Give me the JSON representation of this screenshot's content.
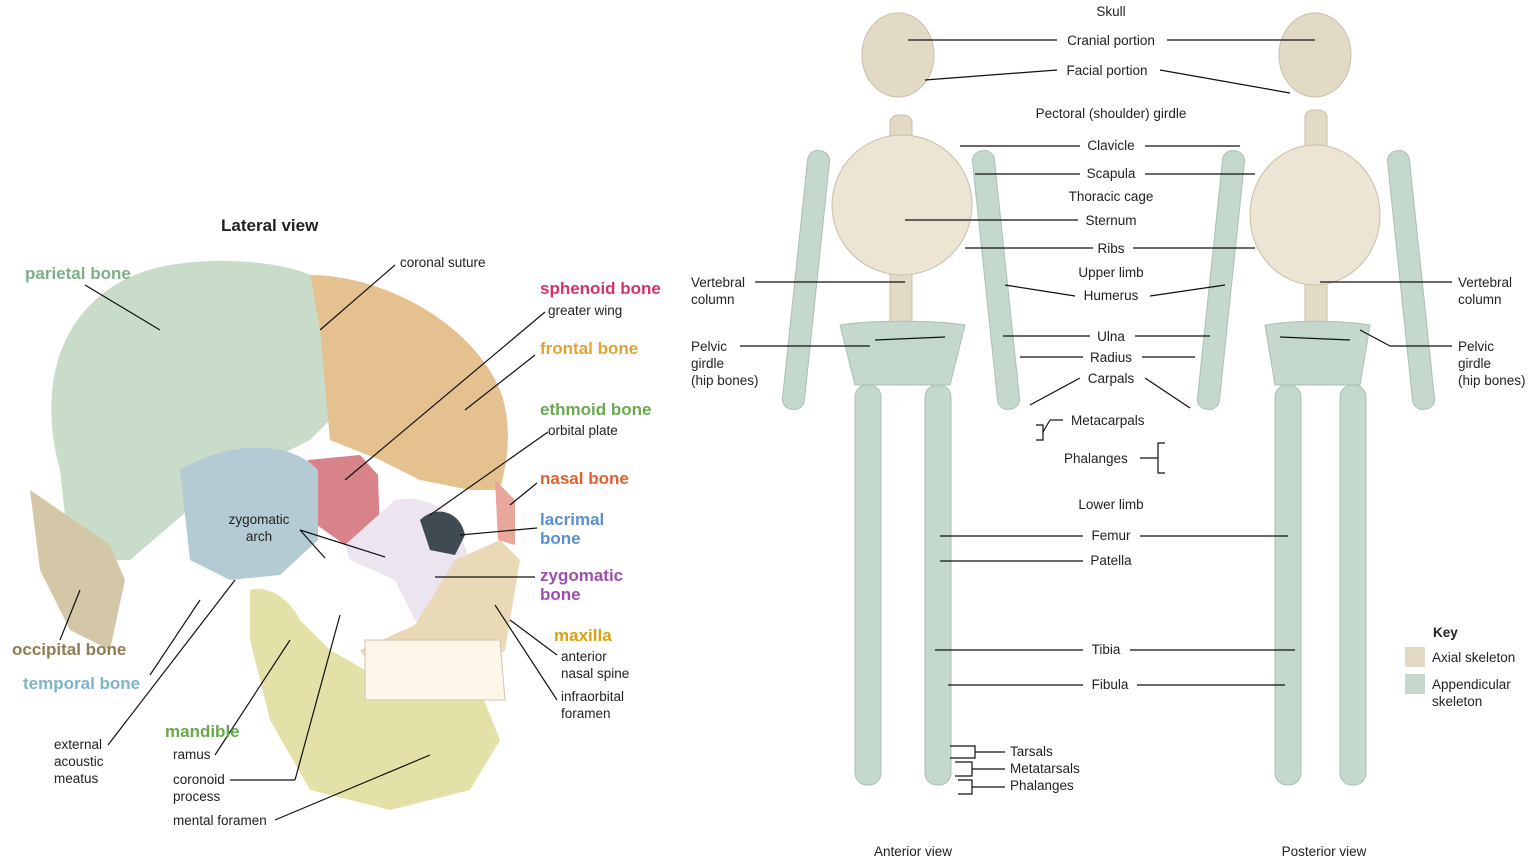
{
  "skull": {
    "title": "Lateral view",
    "bones": {
      "parietal": "parietal bone",
      "sphenoid": "sphenoid bone",
      "frontal": "frontal bone",
      "ethmoid": "ethmoid bone",
      "nasal": "nasal bone",
      "lacrimal": "lacrimal\nbone",
      "zygomatic": "zygomatic\nbone",
      "maxilla": "maxilla",
      "occipital": "occipital bone",
      "temporal": "temporal bone",
      "mandible": "mandible"
    },
    "features": {
      "coronal_suture": "coronal suture",
      "greater_wing": "greater wing",
      "orbital_plate": "orbital plate",
      "zygomatic_arch": "zygomatic\narch",
      "anterior_nasal_spine": "anterior\nnasal spine",
      "infraorbital_foramen": "infraorbital\nforamen",
      "external_acoustic_meatus": "external\nacoustic\nmeatus",
      "ramus": "ramus",
      "coronoid_process": "coronoid\nprocess",
      "mental_foramen": "mental foramen"
    },
    "colors": {
      "parietal": "#7fae8a",
      "sphenoid": "#d6336c",
      "frontal": "#e0a338",
      "ethmoid": "#6aa84f",
      "nasal": "#e06030",
      "lacrimal": "#5b8fd0",
      "zygomatic": "#9c4fb0",
      "maxilla": "#d9a010",
      "occipital": "#8c7d52",
      "temporal": "#7fb3c9",
      "mandible": "#6aa84f"
    }
  },
  "skeleton": {
    "center_labels": {
      "skull": "Skull",
      "cranial": "Cranial portion",
      "facial": "Facial portion",
      "pectoral": "Pectoral (shoulder) girdle",
      "clavicle": "Clavicle",
      "scapula": "Scapula",
      "thoracic": "Thoracic cage",
      "sternum": "Sternum",
      "ribs": "Ribs",
      "upper_limb": "Upper limb",
      "humerus": "Humerus",
      "ulna": "Ulna",
      "radius": "Radius",
      "carpals": "Carpals",
      "metacarpals": "Metacarpals",
      "phalanges_hand": "Phalanges",
      "lower_limb": "Lower limb",
      "femur": "Femur",
      "patella": "Patella",
      "tibia": "Tibia",
      "fibula": "Fibula",
      "tarsals": "Tarsals",
      "metatarsals": "Metatarsals",
      "phalanges_foot": "Phalanges"
    },
    "side_labels": {
      "vertebral_left": "Vertebral\ncolumn",
      "pelvic_left": "Pelvic\ngirdle\n(hip bones)",
      "vertebral_right": "Vertebral\ncolumn",
      "pelvic_right": "Pelvic\ngirdle\n(hip bones)"
    },
    "views": {
      "anterior": "Anterior view",
      "posterior": "Posterior view"
    },
    "key": {
      "title": "Key",
      "axial": "Axial skeleton",
      "appendicular": "Appendicular\nskeleton",
      "axial_color": "#e3dac6",
      "appendicular_color": "#c5d8cd"
    }
  }
}
